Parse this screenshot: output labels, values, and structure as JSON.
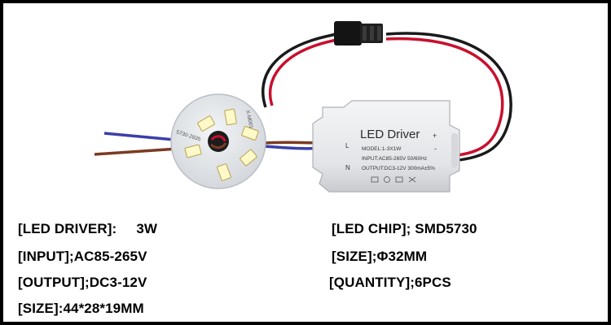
{
  "product_photo": {
    "driver_box": {
      "title": "LED Driver",
      "model": "MODEL:1-3X1W",
      "input": "INPUT:AC85-265V 50/60Hz",
      "output": "OUTPUT:DC3-12V 300mA±5%",
      "terminal_l": "L",
      "terminal_n": "N",
      "terminal_plus": "+",
      "terminal_minus": "-"
    },
    "led_board": {
      "label_left": "5730-2835",
      "label_top": "X-M001"
    }
  },
  "specs": {
    "left": [
      {
        "label": "[LED DRIVER]:",
        "value": "3W"
      },
      {
        "label": "[INPUT];",
        "value": "AC85-265V"
      },
      {
        "label": "[OUTPUT];",
        "value": "DC3-12V"
      },
      {
        "label": "[SIZE]:",
        "value": "44*28*19MM"
      }
    ],
    "right": [
      {
        "label": "[LED CHIP];",
        "value": "SMD5730"
      },
      {
        "label": "[SIZE];",
        "value": "Φ32MM"
      },
      {
        "label": "[QUANTITY];",
        "value": "6PCS"
      }
    ]
  },
  "colors": {
    "background": "#ffffff",
    "border": "#000000",
    "text": "#000000",
    "wire_red": "#c8102e",
    "wire_black": "#1a1a1a",
    "wire_blue": "#3b3fa8",
    "wire_brown": "#7a3b22",
    "driver_case": "#e9eaec",
    "led_board": "#e3e6ea",
    "led_chip": "#fff9c9"
  }
}
